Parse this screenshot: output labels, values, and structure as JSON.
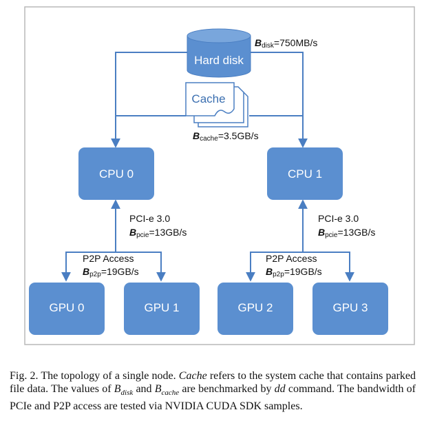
{
  "nodes": {
    "hard_disk": "Hard disk",
    "cache": "Cache",
    "cpu0": "CPU 0",
    "cpu1": "CPU 1",
    "gpu0": "GPU 0",
    "gpu1": "GPU 1",
    "gpu2": "GPU 2",
    "gpu3": "GPU 3"
  },
  "labels": {
    "b_disk": {
      "sym": "B",
      "sub": "disk",
      "val": "=750MB/s"
    },
    "b_cache": {
      "sym": "B",
      "sub": "cache",
      "val": "=3.5GB/s"
    },
    "pcie_left": {
      "line1": "PCI-e 3.0",
      "sym": "B",
      "sub": "pcie",
      "val": "=13GB/s"
    },
    "pcie_right": {
      "line1": "PCI-e 3.0",
      "sym": "B",
      "sub": "pcie",
      "val": "=13GB/s"
    },
    "p2p_left": {
      "line1": "P2P Access",
      "sym": "B",
      "sub": "p2p",
      "val": "=19GB/s"
    },
    "p2p_right": {
      "line1": "P2P Access",
      "sym": "B",
      "sub": "p2p",
      "val": "=19GB/s"
    }
  },
  "caption": {
    "prefix": "Fig. 2.  The topology of a single node. ",
    "cache_word": "Cache",
    "part1": " refers to the system cache that contains parked file data. The values of ",
    "b_disk": "B",
    "b_disk_sub": "disk",
    "and": " and ",
    "b_cache": "B",
    "b_cache_sub": "cache",
    "part2": " are benchmarked by ",
    "dd": "dd",
    "part3": " command. The bandwidth of PCIe and P2P access are tested via NVIDIA CUDA SDK samples."
  },
  "colors": {
    "box": "#5b8fd0",
    "line": "#4a7ec2",
    "frame": "#b9b9b9"
  }
}
